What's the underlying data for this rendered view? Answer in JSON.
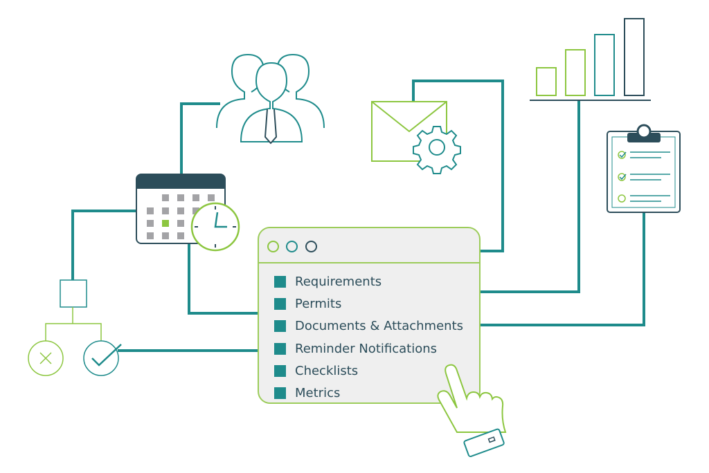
{
  "menu": {
    "items": [
      {
        "label": "Requirements"
      },
      {
        "label": "Permits"
      },
      {
        "label": "Documents & Attachments"
      },
      {
        "label": "Reminder Notifications"
      },
      {
        "label": "Checklists"
      },
      {
        "label": "Metrics"
      }
    ]
  },
  "colors": {
    "teal": "#1e8b8b",
    "dark": "#2c4d5a",
    "green": "#8cc63f",
    "gray": "#a3a3a6"
  }
}
